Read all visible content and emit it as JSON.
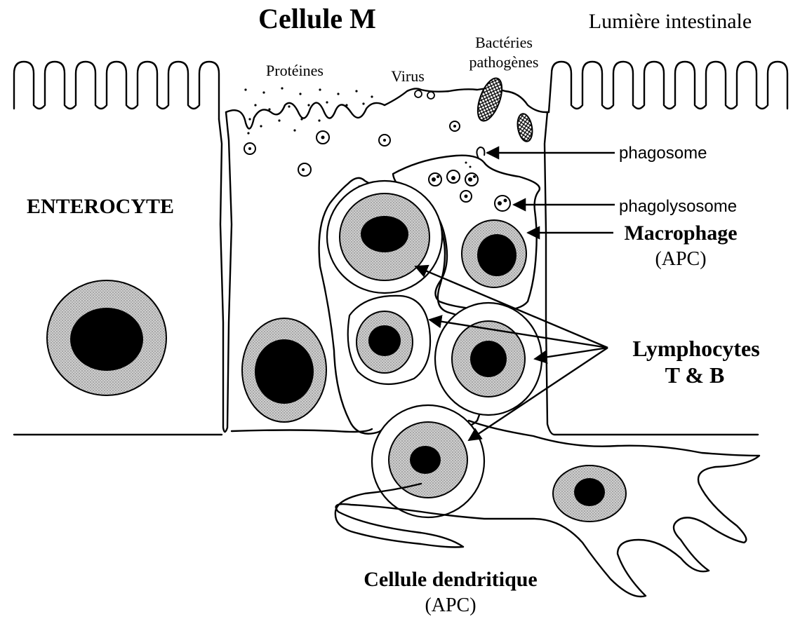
{
  "labels": {
    "title": "Cellule M",
    "lumen": "Lumière intestinale",
    "bacteria_line1": "Bactéries",
    "bacteria_line2": "pathogènes",
    "proteins": "Protéines",
    "virus": "Virus",
    "phagosome": "phagosome",
    "phagolysosome": "phagolysosome",
    "macrophage": "Macrophage",
    "macrophage_apc": "(APC)",
    "enterocyte": "ENTEROCYTE",
    "lymphocytes_line1": "Lymphocytes",
    "lymphocytes_line2": "T & B",
    "dendritic": "Cellule dendritique",
    "dendritic_apc": "(APC)"
  }
}
